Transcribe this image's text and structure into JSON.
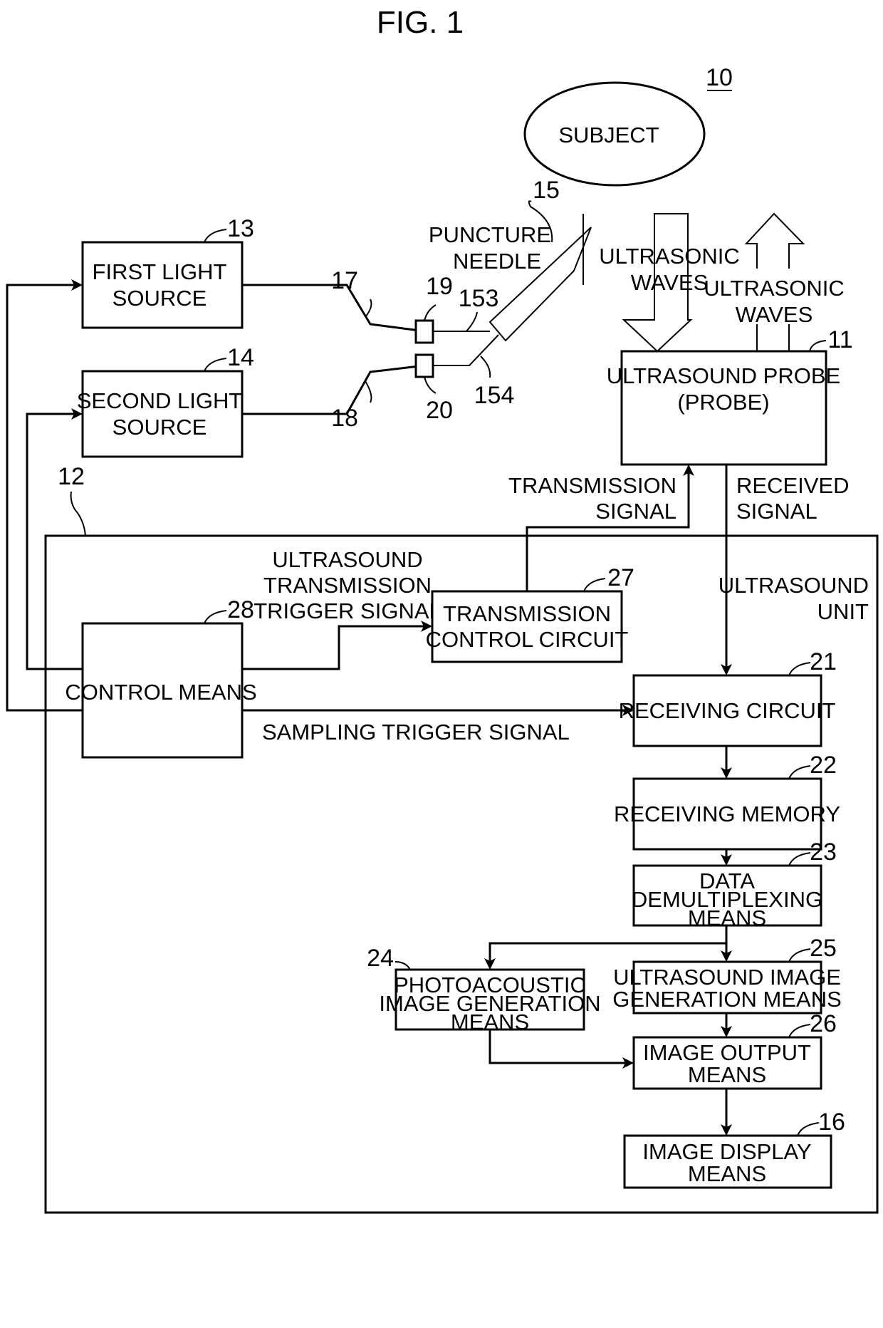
{
  "figure": {
    "title": "FIG. 1",
    "system_ref": "10"
  },
  "subject": {
    "label": "SUBJECT"
  },
  "puncture_needle": {
    "label_line1": "PUNCTURE",
    "label_line2": "NEEDLE",
    "ref": "15",
    "fiber_refs": {
      "upper": "153",
      "lower": "154"
    }
  },
  "ultrasonic_waves": {
    "down": {
      "line1": "ULTRASONIC",
      "line2": "WAVES"
    },
    "up": {
      "line1": "ULTRASONIC",
      "line2": "WAVES"
    }
  },
  "light_sources": [
    {
      "line1": "FIRST LIGHT",
      "line2": "SOURCE",
      "ref": "13",
      "fiber_ref": "17",
      "connector_ref": "19"
    },
    {
      "line1": "SECOND LIGHT",
      "line2": "SOURCE",
      "ref": "14",
      "fiber_ref": "18",
      "connector_ref": "20"
    }
  ],
  "probe": {
    "line1": "ULTRASOUND PROBE",
    "line2": "(PROBE)",
    "ref": "11"
  },
  "signals": {
    "transmission": {
      "line1": "TRANSMISSION",
      "line2": "SIGNAL"
    },
    "received": {
      "line1": "RECEIVED",
      "line2": "SIGNAL"
    },
    "ultrasound_trigger": {
      "line1": "ULTRASOUND",
      "line2": "TRANSMISSION",
      "line3": "TRIGGER SIGNAL"
    },
    "sampling_trigger": "SAMPLING TRIGGER SIGNAL"
  },
  "ultrasound_unit": {
    "line1": "ULTRASOUND",
    "line2": "UNIT",
    "ref": "12"
  },
  "blocks": {
    "control_means": {
      "label": "CONTROL MEANS",
      "ref": "28"
    },
    "transmission_control": {
      "line1": "TRANSMISSION",
      "line2": "CONTROL CIRCUIT",
      "ref": "27"
    },
    "receiving_circuit": {
      "label": "RECEIVING CIRCUIT",
      "ref": "21"
    },
    "receiving_memory": {
      "label": "RECEIVING MEMORY",
      "ref": "22"
    },
    "data_demux": {
      "line1": "DATA",
      "line2": "DEMULTIPLEXING",
      "line3": "MEANS",
      "ref": "23"
    },
    "photoacoustic": {
      "line1": "PHOTOACOUSTIC",
      "line2": "IMAGE GENERATION",
      "line3": "MEANS",
      "ref": "24"
    },
    "ultrasound_image_gen": {
      "line1": "ULTRASOUND IMAGE",
      "line2": "GENERATION MEANS",
      "ref": "25"
    },
    "image_output": {
      "line1": "IMAGE OUTPUT",
      "line2": "MEANS",
      "ref": "26"
    },
    "image_display": {
      "line1": "IMAGE DISPLAY",
      "line2": "MEANS",
      "ref": "16"
    }
  }
}
